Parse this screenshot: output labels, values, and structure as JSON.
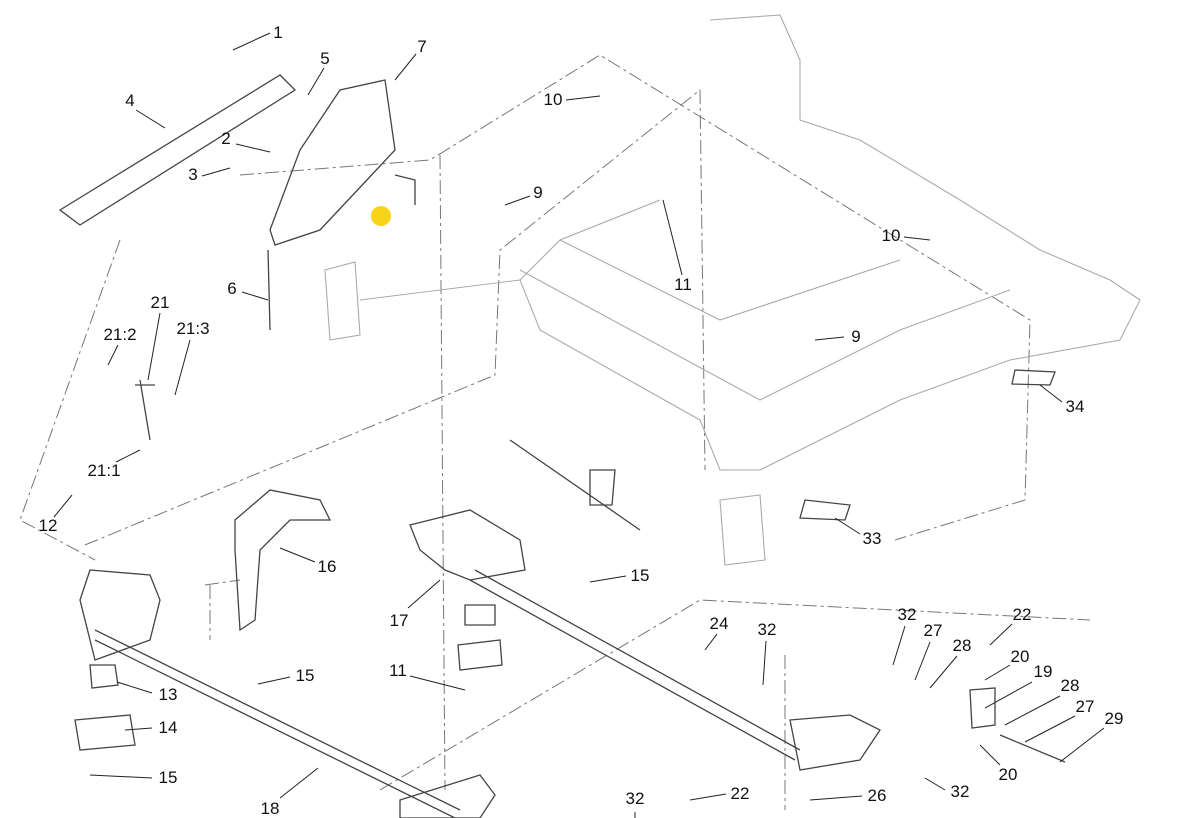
{
  "diagram": {
    "callouts": [
      "1",
      "5",
      "7",
      "4",
      "2",
      "3",
      "10",
      "9",
      "11",
      "10",
      "6",
      "21",
      "21:2",
      "21:3",
      "21:1",
      "12",
      "16",
      "15",
      "17",
      "9",
      "34",
      "33",
      "15",
      "13",
      "14",
      "15",
      "11",
      "24",
      "32",
      "32",
      "27",
      "28",
      "22",
      "20",
      "19",
      "28",
      "27",
      "29",
      "20",
      "18",
      "32",
      "22",
      "26",
      "32"
    ],
    "highlight_color": "#f7d31a"
  }
}
